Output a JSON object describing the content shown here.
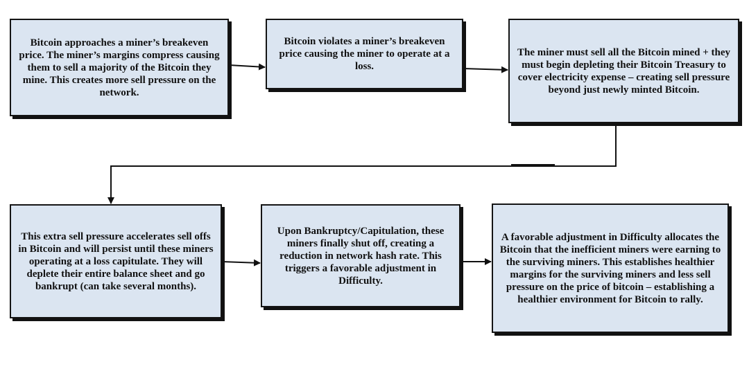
{
  "diagram": {
    "colors": {
      "box_fill": "#dbe5f1",
      "box_border": "#141414",
      "arrow": "#111111"
    },
    "nodes": [
      {
        "id": "box-1",
        "text": "Bitcoin approaches a miner’s breakeven price. The miner’s margins compress causing them to sell a majority of the Bitcoin they mine. This creates more sell pressure on the network."
      },
      {
        "id": "box-2",
        "text": "Bitcoin violates a miner’s breakeven price causing the miner to operate at a loss."
      },
      {
        "id": "box-3",
        "text": "The miner must sell all the Bitcoin mined + they must begin depleting their Bitcoin Treasury to cover electricity expense – creating sell pressure beyond just newly minted Bitcoin."
      },
      {
        "id": "box-4",
        "text": "This extra sell pressure accelerates sell offs in Bitcoin and will persist until these miners operating at a loss capitulate. They will deplete their entire balance sheet and go bankrupt (can take several months)."
      },
      {
        "id": "box-5",
        "text": "Upon Bankruptcy/Capitulation, these miners finally shut off, creating a reduction in network hash rate. This triggers a favorable adjustment in Difficulty."
      },
      {
        "id": "box-6",
        "text": "A favorable adjustment in Difficulty allocates the Bitcoin that the inefficient miners were earning to the surviving miners. This establishes healthier margins for the surviving miners and less sell pressure on the price of bitcoin – establishing a healthier environment for Bitcoin to rally."
      }
    ],
    "edges": [
      {
        "from": "box-1",
        "to": "box-2"
      },
      {
        "from": "box-2",
        "to": "box-3"
      },
      {
        "from": "box-3",
        "to": "box-4"
      },
      {
        "from": "box-4",
        "to": "box-5"
      },
      {
        "from": "box-5",
        "to": "box-6"
      }
    ]
  }
}
